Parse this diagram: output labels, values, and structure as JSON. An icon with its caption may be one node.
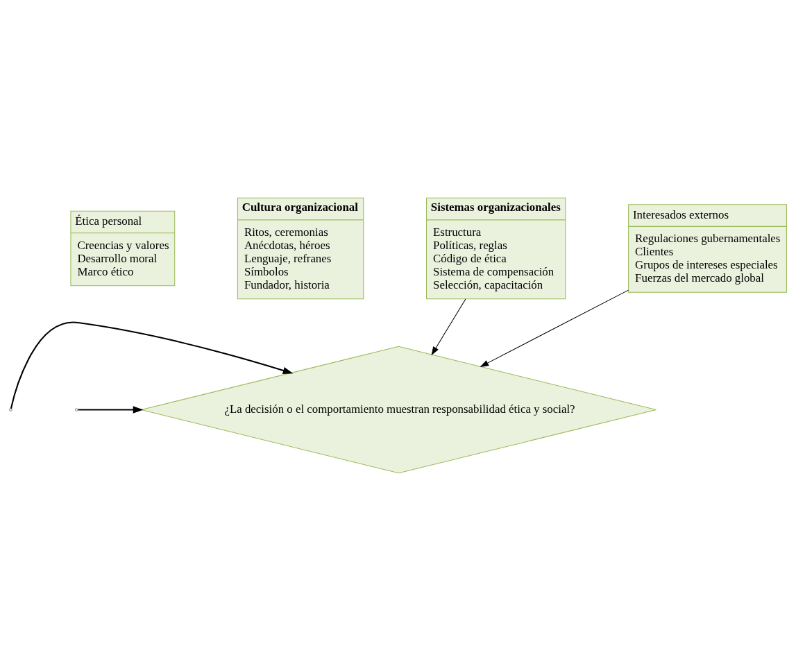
{
  "diagram": {
    "nodes": [
      {
        "text": [
          "Ética personal",
          "Creencias y valores",
          "Desarrollo moral",
          "Marco ético"
        ]
      },
      {
        "text": [
          "Cultura organizacional",
          "Ritos, ceremonias",
          "Anécdotas, héroes",
          "Lenguaje, refranes",
          "Símbolos",
          "Fundador, historia"
        ]
      },
      {
        "text": [
          "¿La decisión o el comportamiento muestran responsabilidad ética y social?"
        ]
      },
      {
        "text": [
          "Sistemas organizacionales",
          "Estructura",
          "Políticas, reglas",
          "Código de ética",
          "Sistema de compensación",
          "Selección, capacitación"
        ]
      },
      {
        "text": [
          "Interesados externos",
          "Regulaciones gubernamentales",
          "Clientes",
          "Grupos de intereses especiales",
          "Fuerzas del mercado global"
        ]
      }
    ],
    "edges": [
      {
        "from": null,
        "to": 2,
        "arrow": "to"
      },
      {
        "from": null,
        "to": 2,
        "arrow": "to"
      },
      {
        "from": 3,
        "to": 2,
        "arrow": "to"
      },
      {
        "from": 4,
        "to": 2,
        "arrow": "to"
      }
    ]
  }
}
